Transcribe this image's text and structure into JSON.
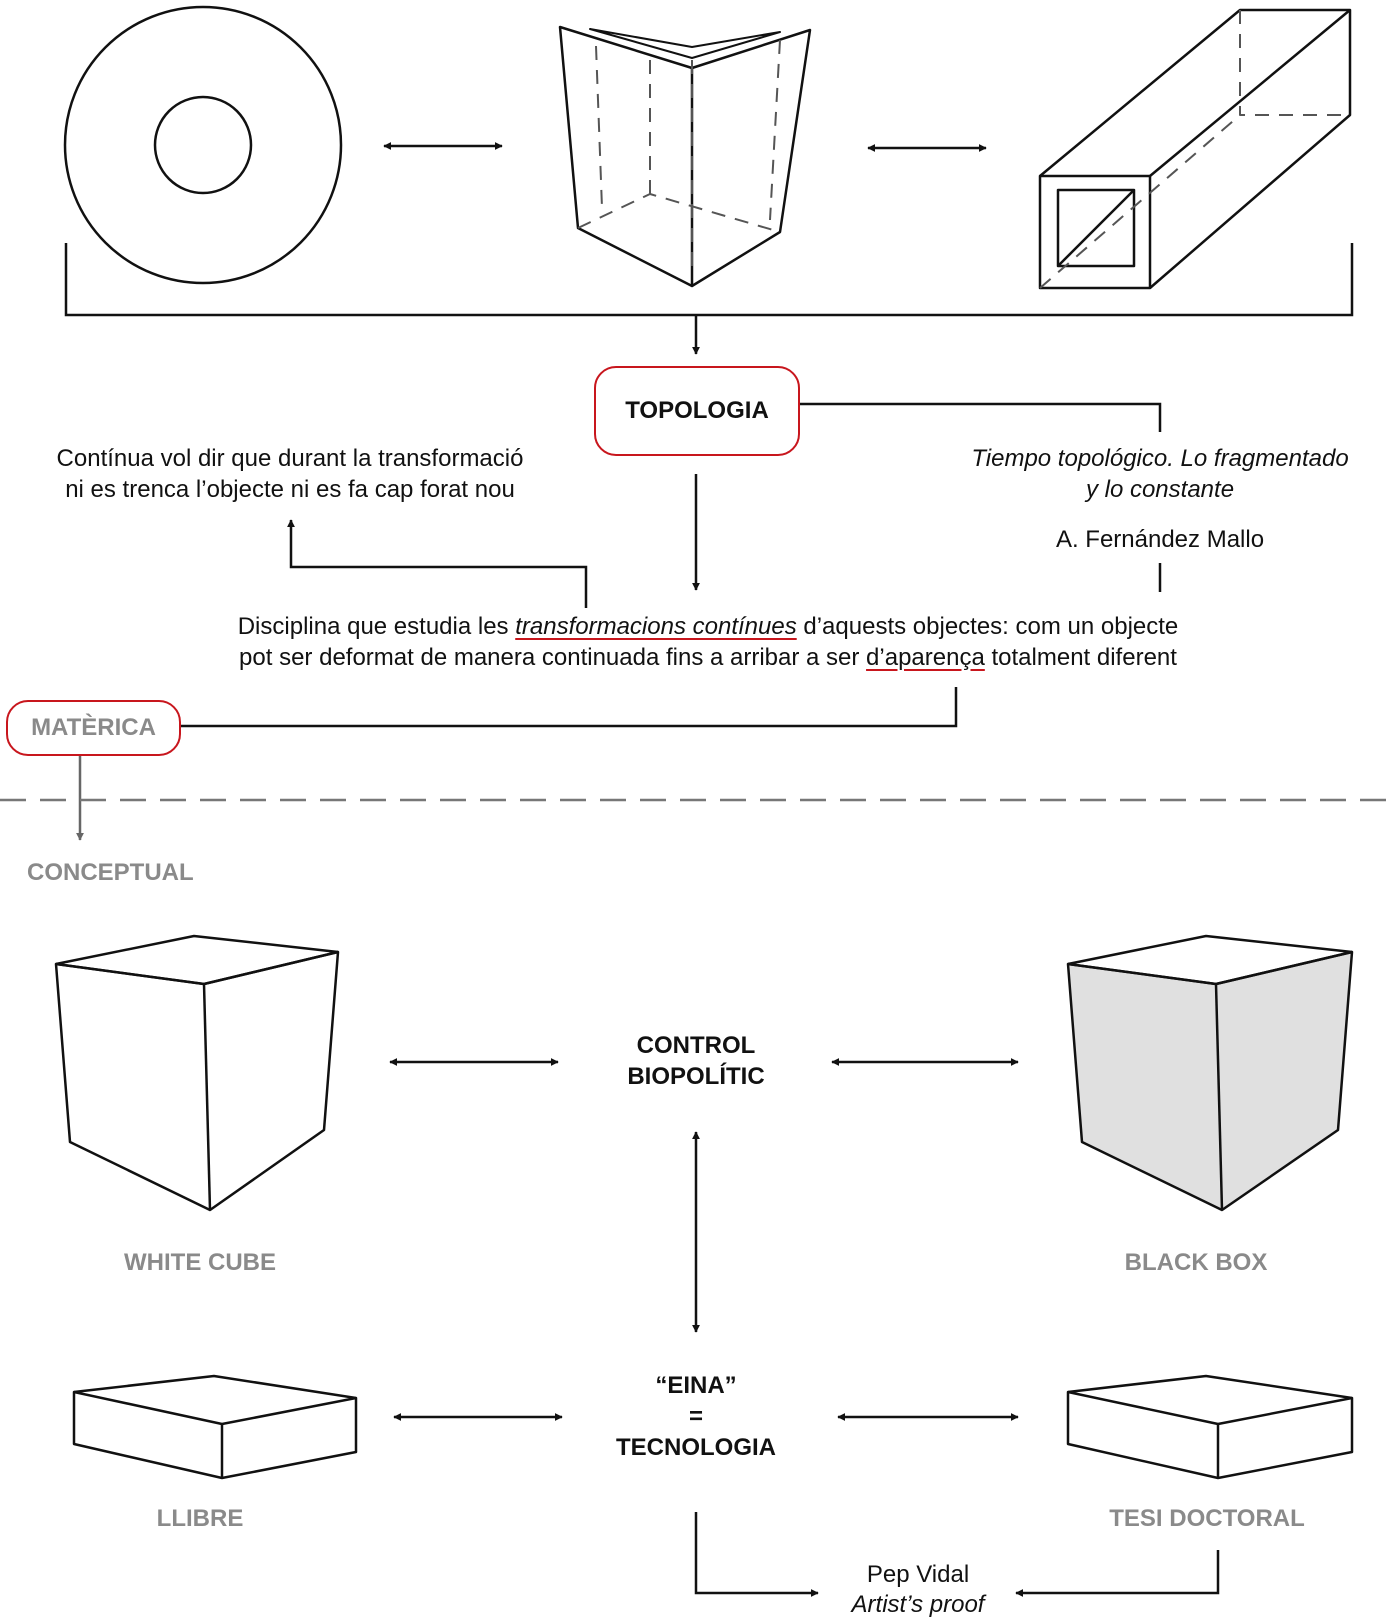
{
  "shapes": {
    "torus_icon": "torus-ring",
    "vase_icon": "open-prism",
    "tube_icon": "square-tube",
    "white_cube_icon": "white-cube",
    "black_box_icon": "grey-cube",
    "book_icon": "flat-slab",
    "thesis_icon": "flat-slab"
  },
  "colors": {
    "accent_red": "#c8161d",
    "label_grey": "#8a8a8a",
    "box_fill": "#e0e0e0",
    "line": "#111111"
  },
  "topology": {
    "title": "TOPOLOGIA",
    "continuity_note_line1": "Contínua vol dir que durant la transformació",
    "continuity_note_line2": "ni es trenca l’objecte ni es fa cap forat nou",
    "reference_line1": "Tiempo topológico. Lo fragmentado",
    "reference_line2": "y lo constante",
    "reference_author": "A. Fernández Mallo",
    "definition_l1_a": "Disciplina que estudia les ",
    "definition_l1_u": "transformacions contínues",
    "definition_l1_b": " d’aquests objectes: com un objecte",
    "definition_l2_a": "pot ser deformat de manera continuada fins a arribar a ser ",
    "definition_l2_u": "d’aparença",
    "definition_l2_b": " totalment diferent"
  },
  "levels": {
    "material": "MATÈRICA",
    "conceptual": "CONCEPTUAL"
  },
  "conceptual": {
    "center_line1": "CONTROL",
    "center_line2": "BIOPOLÍTIC",
    "left_label": "WHITE CUBE",
    "right_label": "BLACK BOX",
    "tool_line1": "“EINA”",
    "tool_line2": "=",
    "tool_line3": "TECNOLOGIA",
    "book_label": "LLIBRE",
    "thesis_label": "TESI DOCTORAL",
    "author": "Pep Vidal",
    "work": "Artist’s proof"
  }
}
